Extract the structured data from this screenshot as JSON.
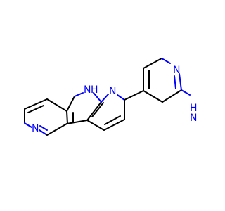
{
  "molecule": {
    "atom_labels": {
      "nh_ring": "N",
      "nh_ring_h": "H",
      "n_pyridine_mid": "N",
      "n_pyridine_left": "N",
      "n_pyridine_right": "N",
      "amine_n": "N",
      "amine_h": "H"
    },
    "colors": {
      "bond": "#000000",
      "heteroatom": "#0000ff"
    }
  }
}
